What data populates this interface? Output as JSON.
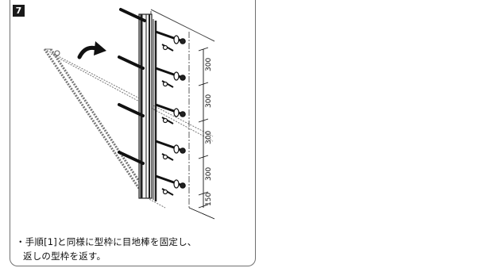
{
  "step": {
    "number": "7"
  },
  "dimensions": [
    "300",
    "300",
    "300",
    "300",
    "150"
  ],
  "caption": {
    "line1": "・手順[1]と同様に型枠に目地棒を固定し、",
    "line2": "返しの型枠を返す。"
  },
  "icons": {
    "rotation_arrow": "curved-arrow-icon"
  }
}
